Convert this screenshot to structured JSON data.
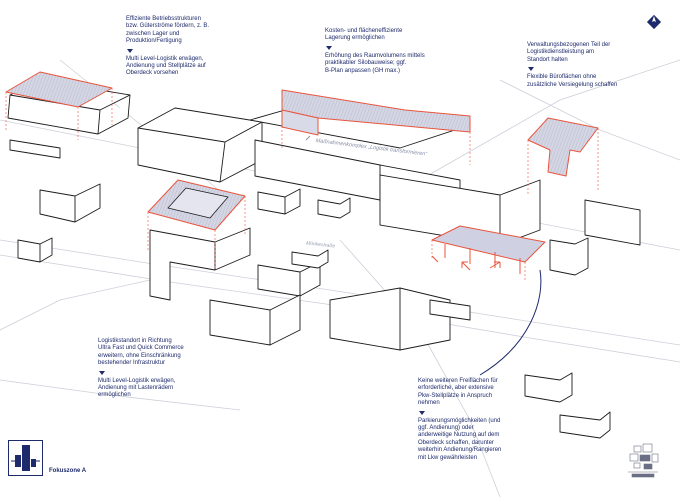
{
  "notes": {
    "top_left": {
      "text": "Effiziente Betriebsstrukturen\nbzw. Güterströme fördern, z. B.\nzwischen Lager und\nProduktion/Fertigung",
      "action": "Multi Level-Logistik erwägen,\nAndienung und Stellplätze auf\nOberdeck vorsehen"
    },
    "top_center": {
      "text": "Kosten- und flächeneffiziente\nLagerung ermöglichen",
      "action": "Erhöhung des Raumvolumens mittels\npraktikabler Silobauweise; ggf.\nB-Plan anpassen (GH max.)"
    },
    "top_right": {
      "text": "Verwaltungsbezogenen Teil der\nLogistikdienstleistung am\nStandort halten",
      "action": "Flexible Büroflächen ohne\nzusätzliche Versiegelung schaffen"
    },
    "bottom_left": {
      "text": "Logistikstandort in Richtung\nUltra Fast und Quick Commerce\nerweitern, ohne Einschränkung\nbestehender Infrastruktur",
      "action": "Multi Level-Logistik erwägen,\nAndienung mit Lastenrädern\nermöglichen"
    },
    "bottom_right": {
      "text": "Keine weiteren Freiflächen für\nerforderliche, aber extensive\nPkw-Stellplätze in Anspruch\nnehmen",
      "action": "Parkierungsmöglichkeiten (und\nggf. Andienung) oder\nanderweitige Nutzung auf dem\nOberdeck schaffen, darunter\nweiterhin Andienung/Rangieren\nmit Lkw gewährleisten"
    }
  },
  "map_labels": {
    "complex": "Maßnahmenkomplex „Logistik transformieren“",
    "street": "Mörikestraße"
  },
  "legend": {
    "zone_label": "Fokuszone A"
  },
  "colors": {
    "text": "#1d2a6b",
    "highlight_stroke": "#e8553d",
    "highlight_fill": "#d9dae8",
    "building_stroke": "#1c1c1c",
    "road_stroke": "#c9cbd4"
  }
}
